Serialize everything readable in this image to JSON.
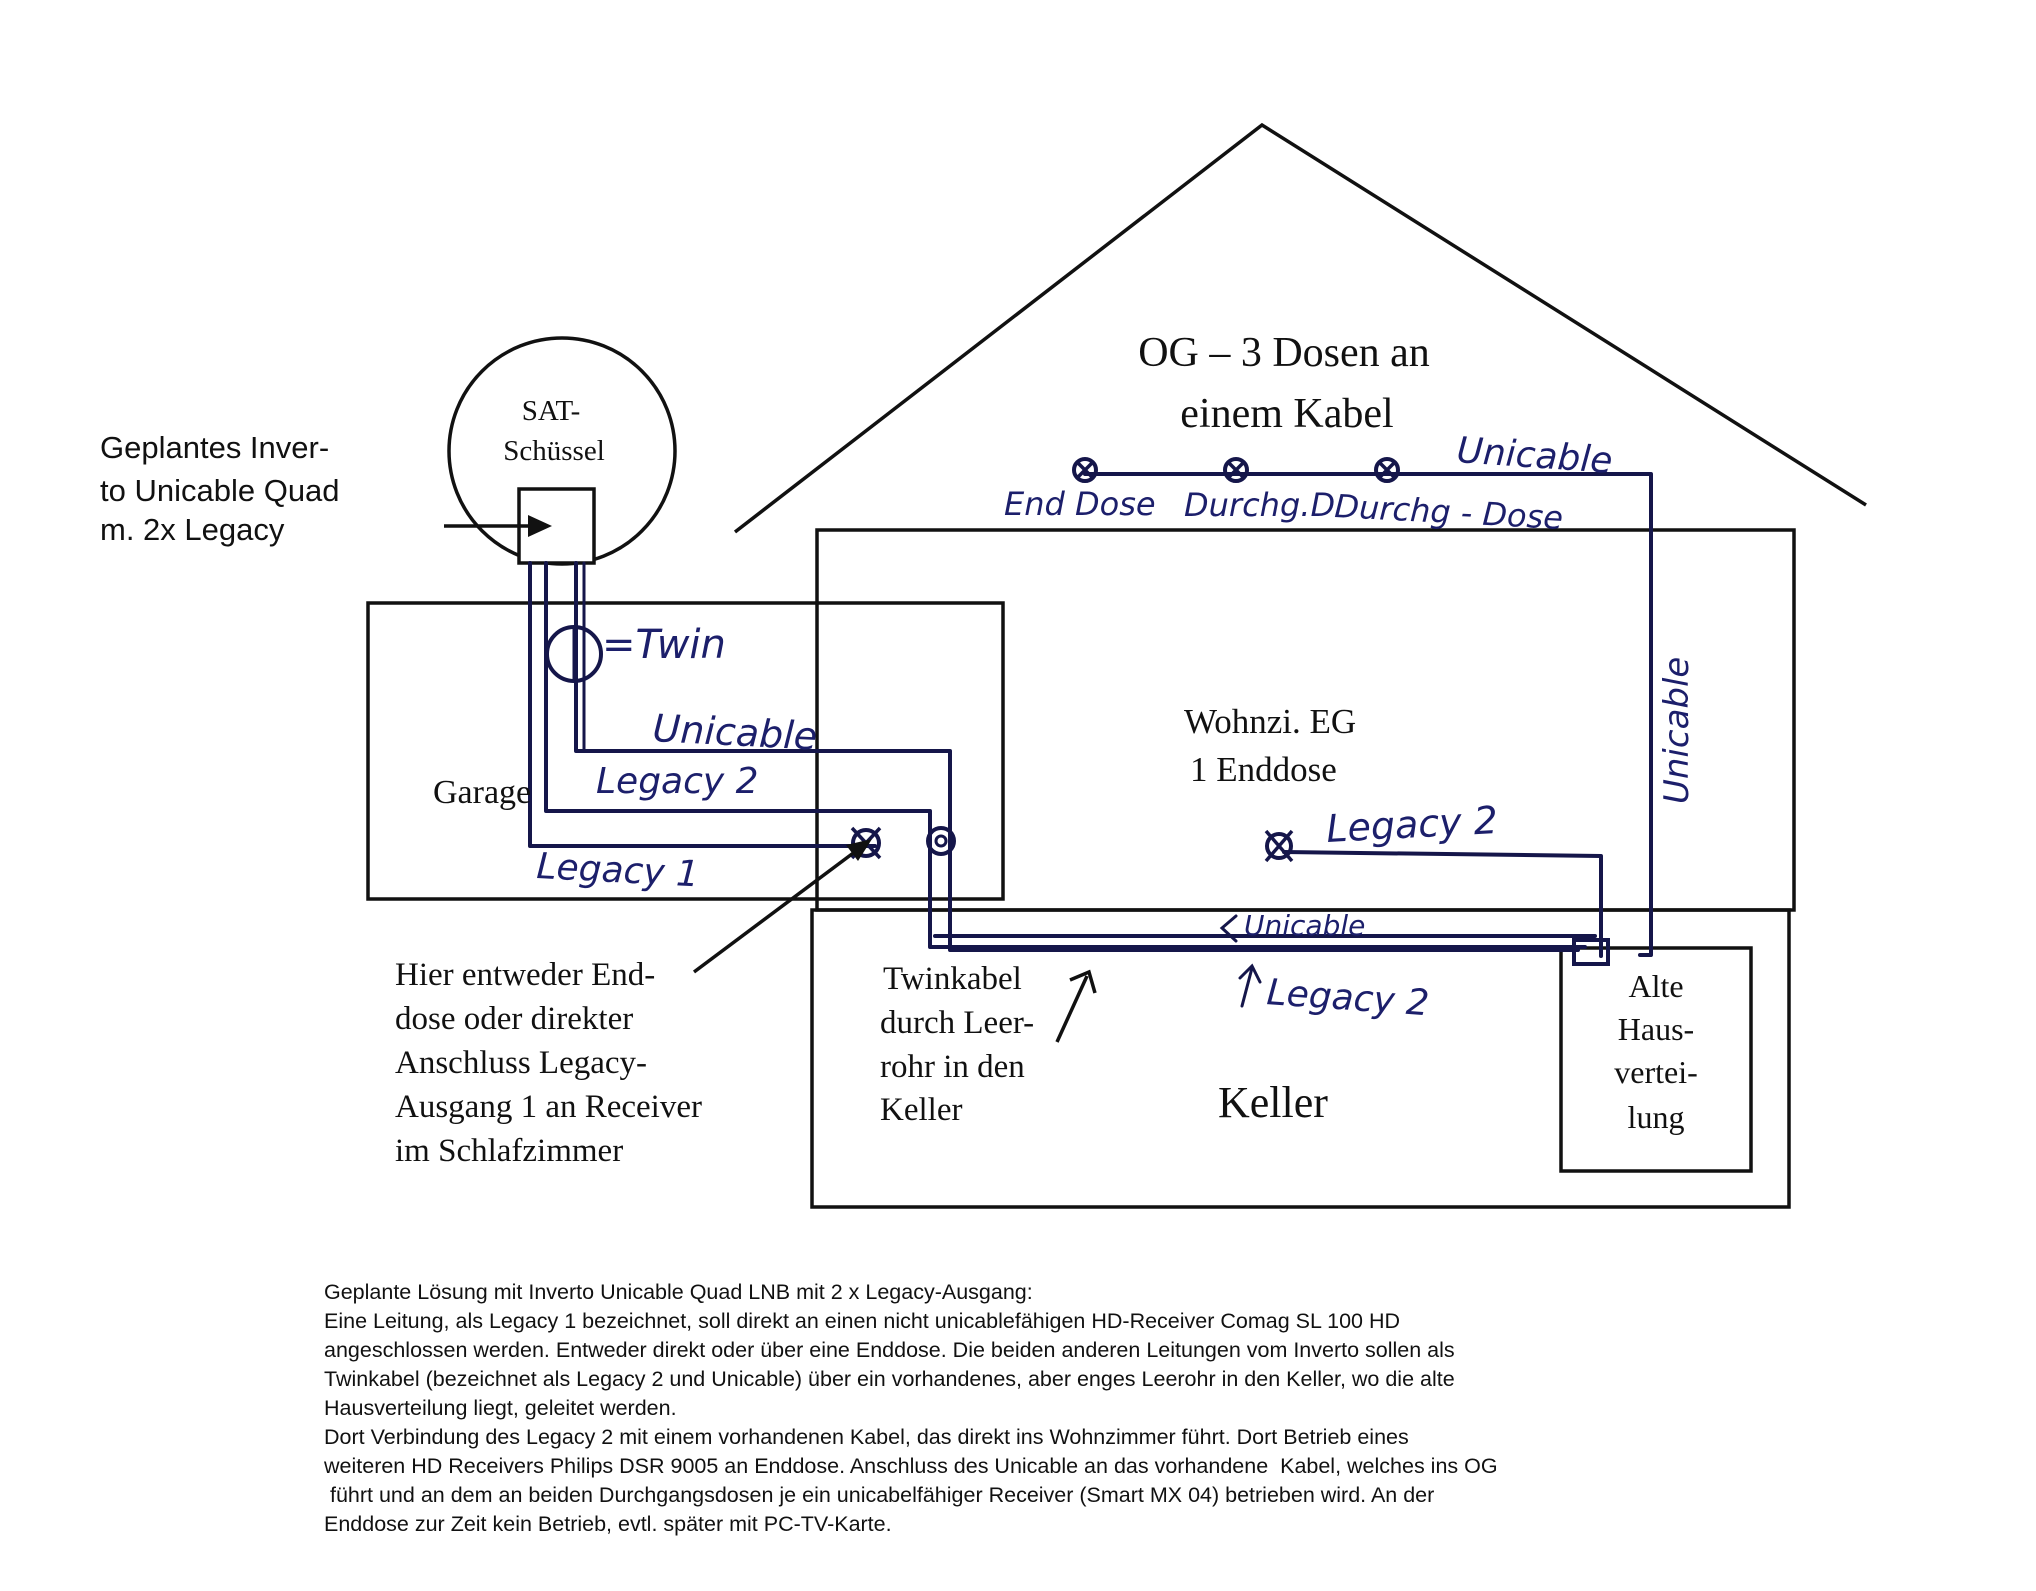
{
  "labels": {
    "og_title_line1": "OG – 3 Dosen an",
    "og_title_line2": "einem Kabel",
    "sat_line1": "SAT-",
    "sat_line2": "Schüssel",
    "lnb_line1": "Geplantes Inver-",
    "lnb_line2": "to Unicable Quad",
    "lnb_line3": "m. 2x Legacy",
    "twin_legend": "=Twin",
    "garage": "Garage",
    "wohnzi_line1": "Wohnzi. EG",
    "wohnzi_line2": "1 Enddose",
    "keller": "Keller",
    "alte_line1": "Alte",
    "alte_line2": "Haus-",
    "alte_line3": "vertei-",
    "alte_line4": "lung",
    "hier_line1": "Hier entweder End-",
    "hier_line2": "dose oder direkter",
    "hier_line3": "Anschluss Legacy-",
    "hier_line4": "Ausgang 1 an Receiver",
    "hier_line5": "im Schlafzimmer",
    "twinkabel_line1": "Twinkabel",
    "twinkabel_line2": "durch Leer-",
    "twinkabel_line3": "rohr in den",
    "twinkabel_line4": "Keller"
  },
  "handwritten": {
    "og_unicable": "Unicable",
    "end_dose": "End Dose",
    "durchg_d": "Durchg.D",
    "durchg_dose": "Durchg - Dose",
    "right_unicable": "Unicable",
    "garage_unicable": "Unicable",
    "garage_legacy2": "Legacy 2",
    "garage_legacy1": "Legacy 1",
    "wohn_legacy2": "Legacy 2",
    "keller_unicable": "Unicable",
    "keller_legacy2": "Legacy 2"
  },
  "description": {
    "line1": "Geplante Lösung mit Inverto Unicable Quad LNB mit 2 x Legacy-Ausgang:",
    "line2": "Eine Leitung, als Legacy 1 bezeichnet, soll direkt an einen nicht unicablefähigen HD-Receiver Comag SL 100 HD",
    "line3": "angeschlossen werden. Entweder direkt oder über eine Enddose. Die beiden anderen Leitungen vom Inverto sollen als",
    "line4": "Twinkabel (bezeichnet als Legacy 2 und Unicable) über ein vorhandenes, aber enges Leerohr in den Keller, wo die alte",
    "line5": "Hausverteilung liegt, geleitet werden.",
    "line6": "Dort Verbindung des Legacy 2 mit einem vorhandenen Kabel, das direkt ins Wohnzimmer führt. Dort Betrieb eines",
    "line7": "weiteren HD Receivers Philips DSR 9005 an Enddose. Anschluss des Unicable an das vorhandene  Kabel, welches ins OG",
    "line8": " führt und an dem an beiden Durchgangsdosen je ein unicabelfähiger Receiver (Smart MX 04) betrieben wird. An der",
    "line9": "Enddose zur Zeit kein Betrieb, evtl. später mit PC-TV-Karte."
  },
  "colors": {
    "ink": "#111111",
    "pen": "#15164a",
    "pen_text": "#1c1f6b",
    "background": "#ffffff"
  },
  "icons": [
    "socket-cross-icon",
    "feed-arrow-icon",
    "twin-symbol-icon"
  ]
}
